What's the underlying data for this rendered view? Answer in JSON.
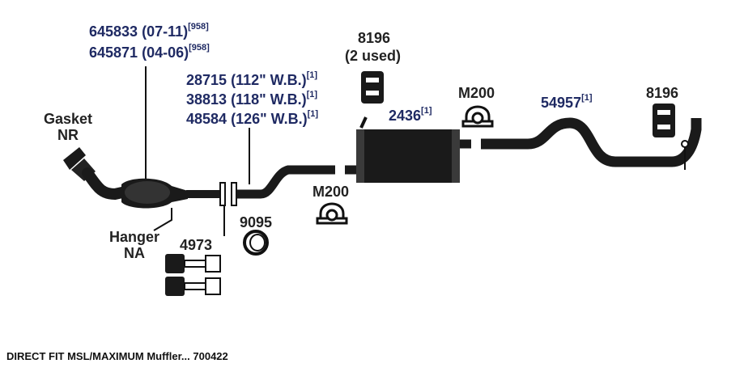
{
  "parts": {
    "converter_1": {
      "part": "645833",
      "range": "(07-11)",
      "note": "[958]"
    },
    "converter_2": {
      "part": "645871",
      "range": "(04-06)",
      "note": "[958]"
    },
    "pipe_1": {
      "part": "28715",
      "wb": "(112\" W.B.)",
      "note": "[1]"
    },
    "pipe_2": {
      "part": "38813",
      "wb": "(118\" W.B.)",
      "note": "[1]"
    },
    "pipe_3": {
      "part": "48584",
      "wb": "(126\" W.B.)",
      "note": "[1]"
    },
    "hanger_top": {
      "part": "8196",
      "qty": "(2 used)"
    },
    "muffler": {
      "part": "2436",
      "note": "[1]"
    },
    "clamp_right": {
      "part": "M200"
    },
    "tailpipe": {
      "part": "54957",
      "note": "[1]"
    },
    "hanger_right": {
      "part": "8196"
    },
    "gasket": {
      "line1": "Gasket",
      "line2": "NR"
    },
    "hanger_na": {
      "line1": "Hanger",
      "line2": "NA"
    },
    "clamp_mid": {
      "part": "M200"
    },
    "ring": {
      "part": "9095"
    },
    "bolts": {
      "part": "4973"
    }
  },
  "caption": "DIRECT FIT MSL/MAXIMUM Muffler... 700422"
}
